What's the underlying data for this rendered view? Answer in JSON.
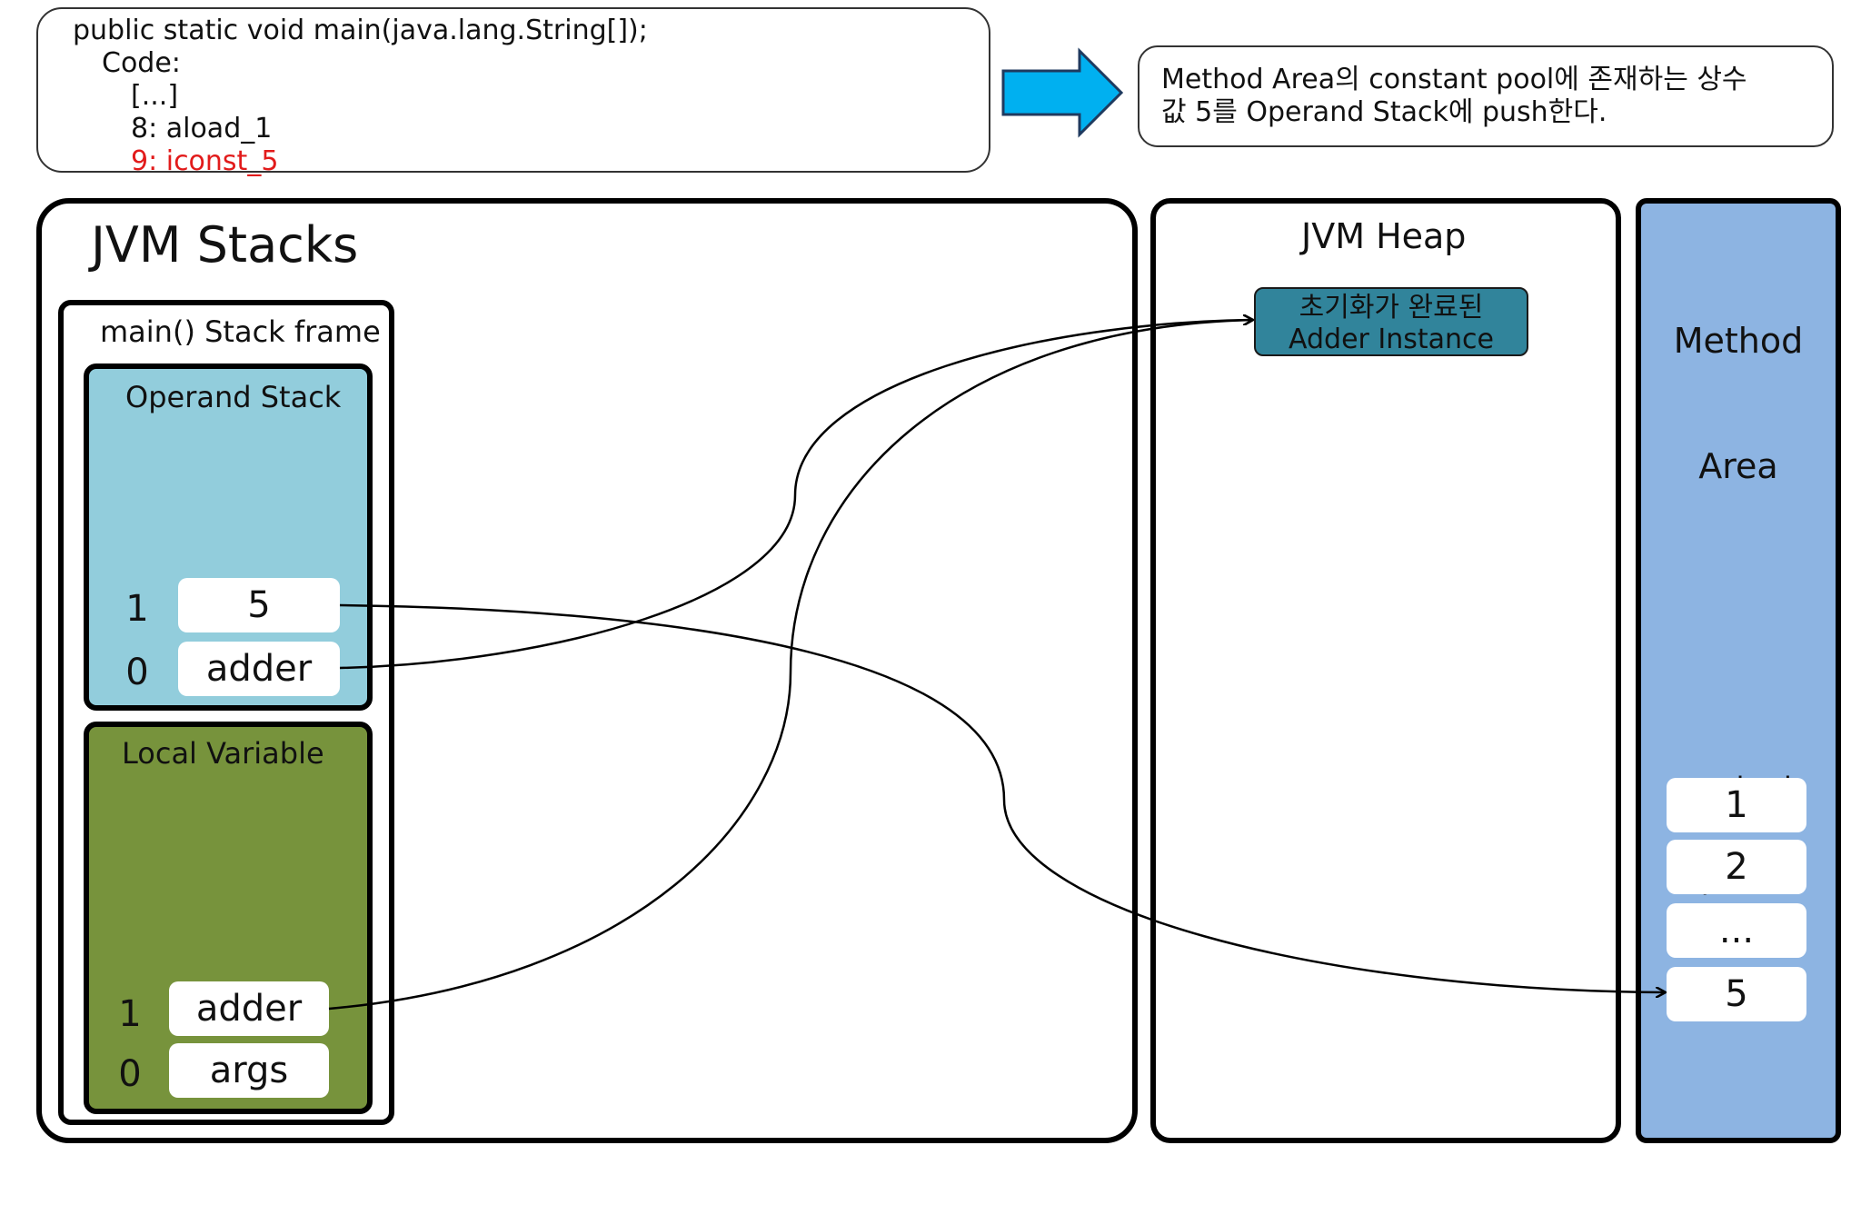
{
  "code": {
    "lines": [
      "public static void main(java.lang.String[]);",
      "Code:",
      "[...]",
      "8: aload_1",
      "9: iconst_5"
    ]
  },
  "explanation": {
    "lines": [
      "Method Area의 constant pool에 존재하는 상수",
      "값 5를 Operand Stack에 push한다."
    ]
  },
  "jvm_stacks": {
    "title": "JVM Stacks",
    "frame_title": "main() Stack frame",
    "operand_stack": {
      "title": "Operand Stack",
      "slots": [
        {
          "index": "1",
          "value": "5"
        },
        {
          "index": "0",
          "value": "adder"
        }
      ]
    },
    "local_variable": {
      "title": "Local Variable",
      "slots": [
        {
          "index": "1",
          "value": "adder"
        },
        {
          "index": "0",
          "value": "args"
        }
      ]
    }
  },
  "jvm_heap": {
    "title": "JVM Heap",
    "instance_line1": "초기화가 완료된",
    "instance_line2": "Adder Instance"
  },
  "method_area": {
    "title_line1": "Method",
    "title_line2": "Area",
    "constant_pool_line1": "constant",
    "constant_pool_line2": "pool",
    "entries": [
      "1",
      "2",
      "...",
      "5"
    ]
  },
  "colors": {
    "highlight": "#e21b1b",
    "operand_stack_bg": "#92cddc",
    "local_variable_bg": "#77933c",
    "heap_instance_bg": "#31849b",
    "method_area_bg": "#8db4e2",
    "arrow_fill": "#00b0f0"
  }
}
